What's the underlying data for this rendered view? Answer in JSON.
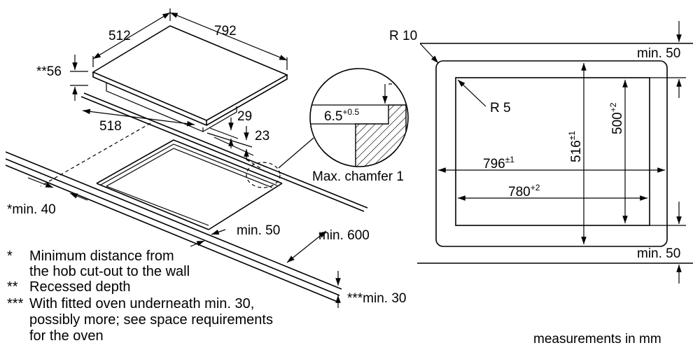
{
  "labels": {
    "hob_depth": "512",
    "hob_width": "792",
    "recess_depth": "**56",
    "cutout_depth": "518",
    "hob_height_29": "29",
    "hob_height_23": "23",
    "wall_dist": "*min. 40",
    "side_min_50": "min. 50",
    "worktop_min_600": "min. 600",
    "oven_min_30": "***min. 30",
    "detail_value": "6.5",
    "detail_tol": "+0.5",
    "chamfer": "Max. chamfer 1",
    "r10": "R 10",
    "r5": "R 5",
    "top_min_50": "min. 50",
    "bottom_min_50": "min. 50",
    "outer_width": "796",
    "outer_width_tol": "±1",
    "inner_width": "780",
    "inner_width_tol": "+2",
    "outer_height": "516",
    "outer_height_tol": "±1",
    "inner_height": "500",
    "inner_height_tol": "+2",
    "units": "measurements in mm"
  },
  "notes": [
    {
      "mark": "*",
      "lines": [
        "Minimum distance from",
        "the hob cut-out to the wall"
      ]
    },
    {
      "mark": "**",
      "lines": [
        "Recessed depth"
      ]
    },
    {
      "mark": "***",
      "lines": [
        "With fitted oven underneath min. 30,",
        "possibly more; see space requirements",
        "for the oven"
      ]
    }
  ]
}
